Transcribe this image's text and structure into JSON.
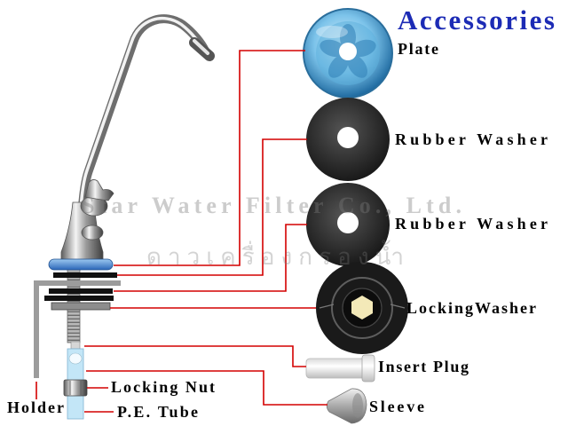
{
  "title": "Accessories",
  "labels": {
    "plate": "Plate",
    "rubber_washer_1": "Rubber Washer",
    "rubber_washer_2": "Rubber Washer",
    "locking_washer": "LockingWasher",
    "insert_plug": "Insert Plug",
    "sleeve": "Sleeve",
    "locking_nut": "Locking Nut",
    "pe_tube": "P.E. Tube",
    "holder": "Holder"
  },
  "watermark": {
    "english": "Star Water Filter Co., Ltd.",
    "thai": "ดาวเครื่องกรองน้ำ"
  },
  "colors": {
    "title": "#1c2bb5",
    "leader_lines": "#d40000",
    "labels": "#000000"
  }
}
